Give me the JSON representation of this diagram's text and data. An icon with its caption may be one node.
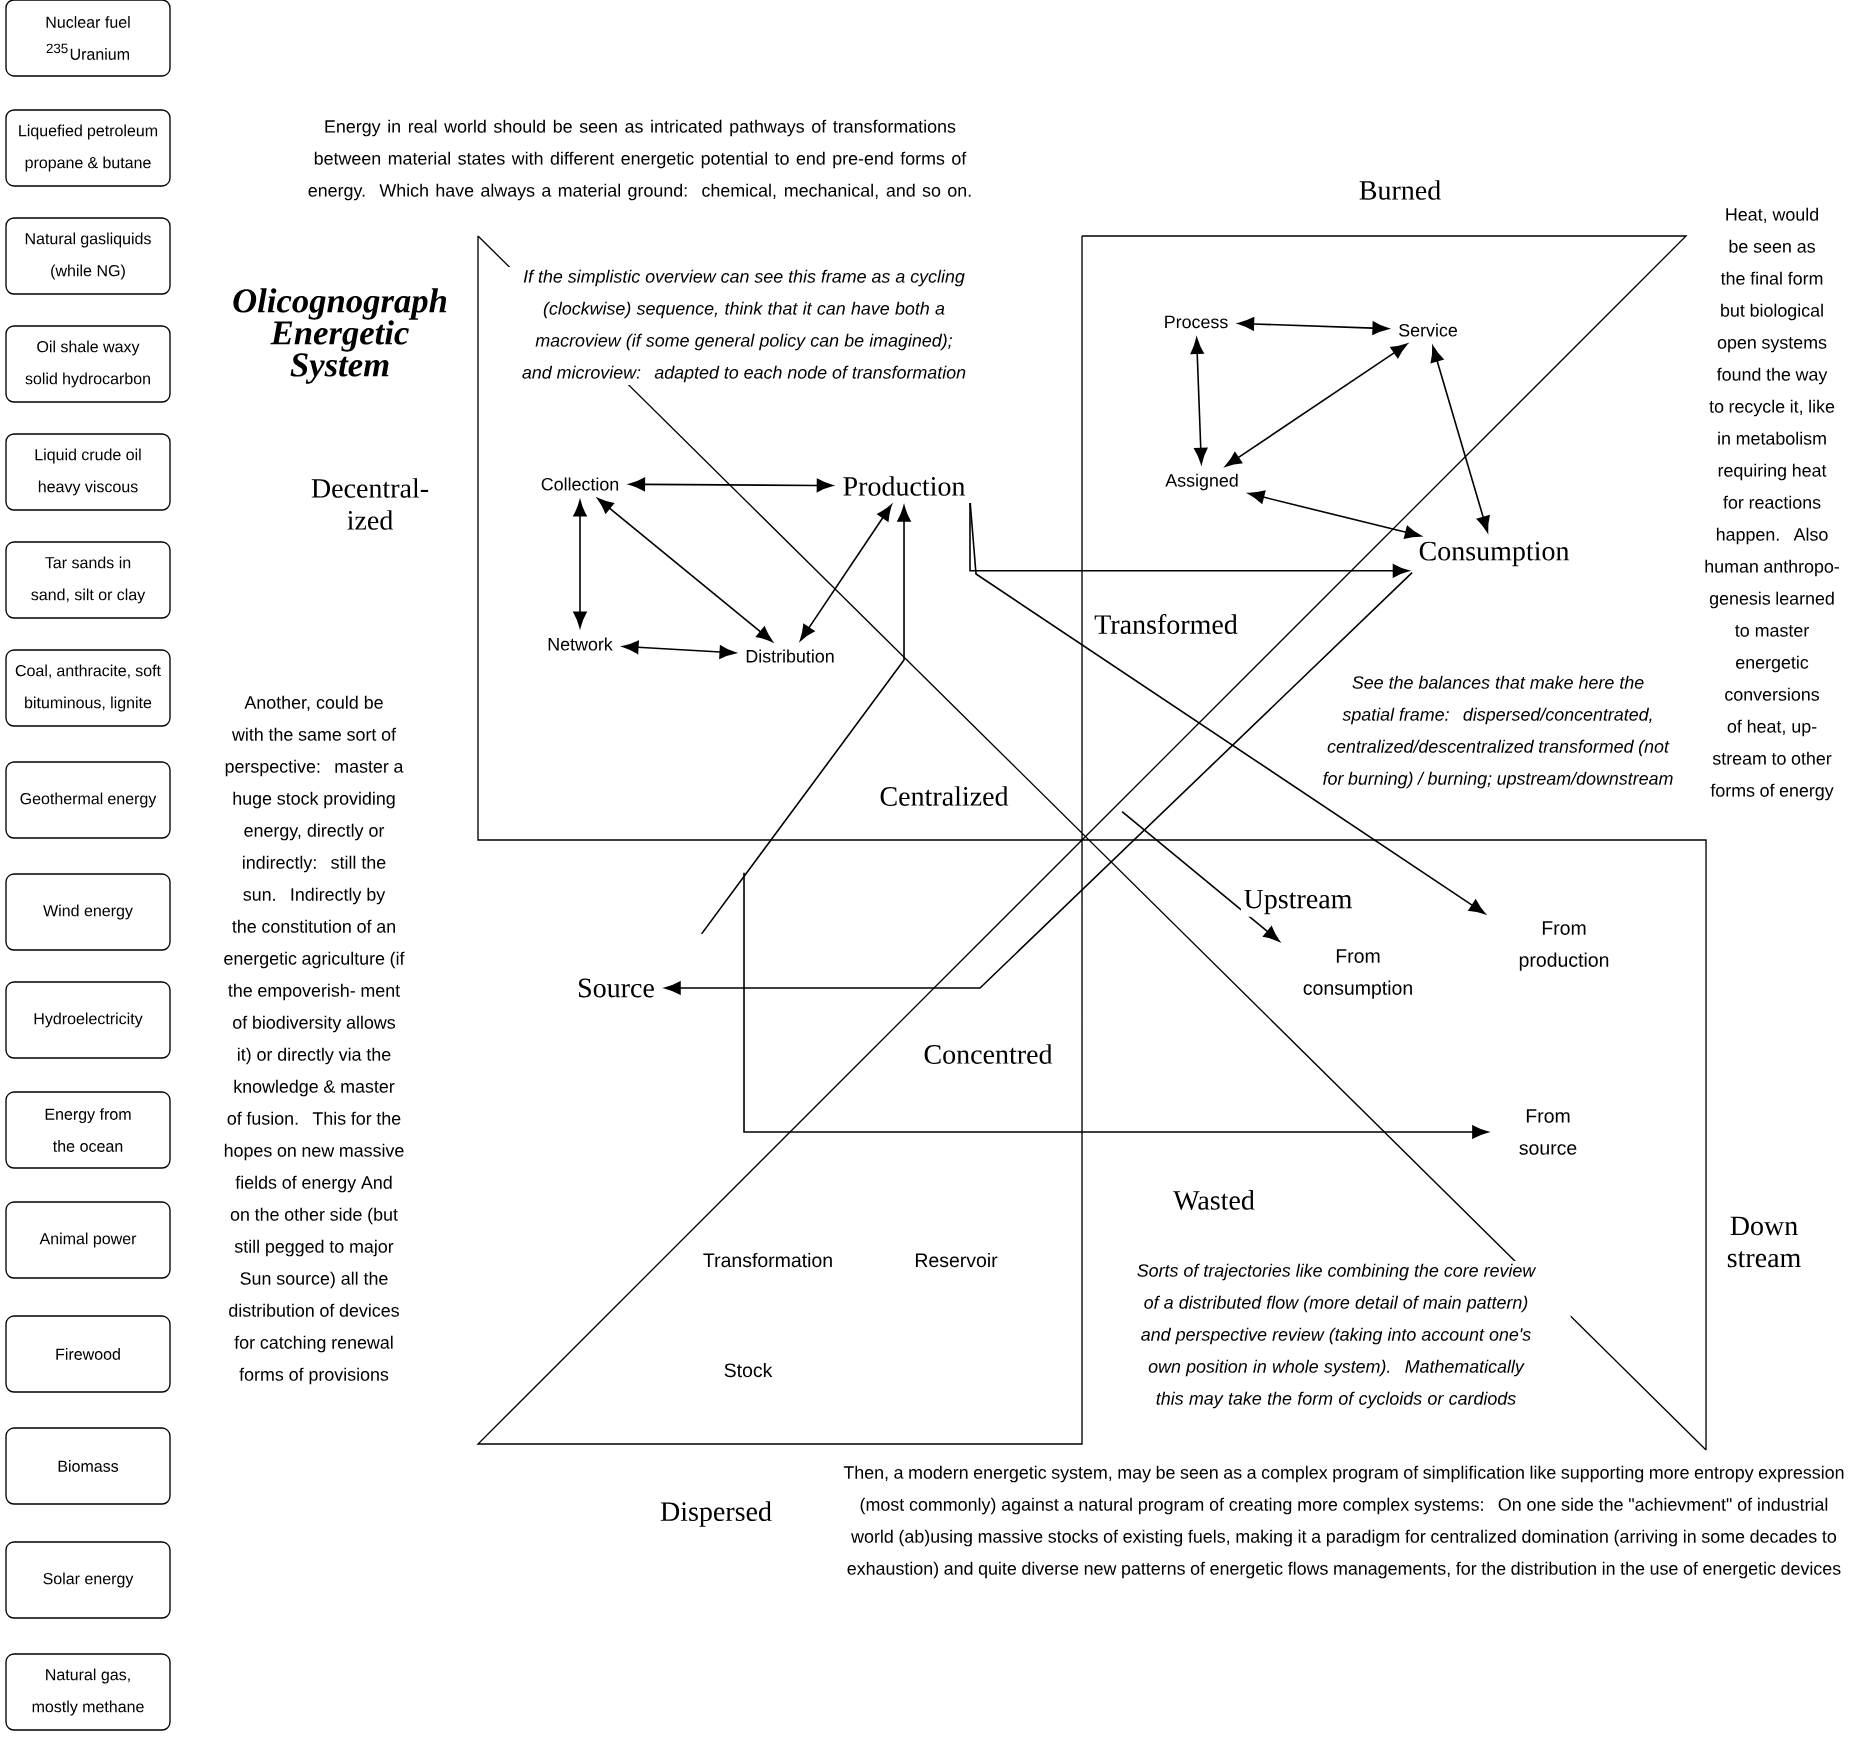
{
  "diagram": {
    "title": "Olicognograph Energetic System",
    "nodes": [
      {
        "text": [
          "Nuclear fuel $^{235}$Uranium"
        ]
      },
      {
        "text": [
          "Liquefied petroleum propane & butane"
        ]
      },
      {
        "text": [
          "Natural gasliquids (while NG)"
        ]
      },
      {
        "text": [
          "Oil shale waxy solid hydrocarbon"
        ]
      },
      {
        "text": [
          "Liquid crude oil heavy viscous"
        ]
      },
      {
        "text": [
          "Tar sands in sand, silt or clay"
        ]
      },
      {
        "text": [
          "Coal, anthracite, soft bituminous, lignite"
        ]
      },
      {
        "text": [
          "Geothermal energy"
        ]
      },
      {
        "text": [
          "Wind energy"
        ]
      },
      {
        "text": [
          "Hydroelectricity"
        ]
      },
      {
        "text": [
          "Energy from the ocean"
        ]
      },
      {
        "text": [
          "Animal power"
        ]
      },
      {
        "text": [
          "Firewood"
        ]
      },
      {
        "text": [
          "Biomass"
        ]
      },
      {
        "text": [
          "Solar energy"
        ]
      },
      {
        "text": [
          "Natural gas, mostly methane"
        ]
      },
      {
        "text": [
          "Collection"
        ]
      },
      {
        "text": [
          "Production"
        ]
      },
      {
        "text": [
          "Network"
        ]
      },
      {
        "text": [
          "Distribution"
        ]
      },
      {
        "text": [
          "Process"
        ]
      },
      {
        "text": [
          "Service"
        ]
      },
      {
        "text": [
          "Assigned"
        ]
      },
      {
        "text": [
          "Consumption"
        ]
      },
      {
        "text": [
          "Source"
        ]
      },
      {
        "text": [
          "From consumption"
        ]
      },
      {
        "text": [
          "From production"
        ]
      },
      {
        "text": [
          "From source"
        ]
      }
    ],
    "edges": [
      {
        "from": 16,
        "to": 17,
        "arrow": "both"
      },
      {
        "from": 16,
        "to": 18,
        "arrow": "both"
      },
      {
        "from": 16,
        "to": 19,
        "arrow": "both"
      },
      {
        "from": 18,
        "to": 19,
        "arrow": "both"
      },
      {
        "from": 19,
        "to": 17,
        "arrow": "both"
      },
      {
        "from": 20,
        "to": 21,
        "arrow": "both"
      },
      {
        "from": 20,
        "to": 22,
        "arrow": "both"
      },
      {
        "from": 22,
        "to": 21,
        "arrow": "both"
      },
      {
        "from": 21,
        "to": 23,
        "arrow": "both"
      },
      {
        "from": 22,
        "to": 23,
        "arrow": "both"
      },
      {
        "from": 17,
        "to": 23,
        "arrow": "to"
      },
      {
        "from": 23,
        "to": 24,
        "arrow": "to"
      },
      {
        "from": null,
        "to": 17,
        "arrow": "to"
      },
      {
        "from": 17,
        "to": 26,
        "arrow": "to"
      },
      {
        "from": null,
        "to": 25,
        "arrow": "to"
      },
      {
        "from": null,
        "to": 27,
        "arrow": "to"
      }
    ],
    "labels": [
      "Energy in real world should be seen as intricated pathways of transformations between material states with different energetic potential to end pre-end forms of energy. Which have always a material ground: chemical, mechanical, and so on.",
      "Decentral- ized",
      "Another, could be with the same sort of perspective: master a huge stock providing energy, directly or indirectly: still the sun. Indirectly by the constitution of an energetic agriculture (if the empoverish- ment of biodiversity allows it) or directly via the knowledge & master of fusion. This for the hopes on new massive fields of energy And on the other side (but still pegged to major Sun source) all the distribution of devices for catching renewal forms of provisions",
      "If the simplistic overview can see this frame as a cycling (clockwise) sequence, think that it can have both a macroview (if some general policy can be imagined); and microview: adapted to each node of transformation",
      "Burned",
      "Heat, would be seen as the final form but biological open systems found the way to recycle it, like in metabolism requiring heat for reactions happen. Also human anthropo- genesis learned to master energetic conversions of heat, up- stream to other forms of energy",
      "Transformed",
      "See the balances that make here the spatial frame: dispersed/concentrated, centralized/descentralized transformed (not for burning) / burning; upstream/downstream",
      "Centralized",
      "Upstream",
      "Concentred",
      "Transformation",
      "Reservoir",
      "Stock",
      "Wasted",
      "Sorts of trajectories like combining the core review of a distributed flow (more detail of main pattern) and perspective review (taking into account one's own position in whole system). Mathematically this may take the form of cycloids or cardiods",
      "Down stream",
      "Dispersed",
      "Then, a modern energetic system, may be seen as a complex program of simplification like supporting more entropy expression (most commonly) against a natural program of creating more complex systems: On one side the \"achievment\" of industrial world (ab)using massive stocks of existing fuels, making it a paradigm for centralized domination (arriving in some decades to exhaustion) and quite diverse new patterns of energetic flows managements, for the distribution in the use of energetic devices"
    ]
  }
}
